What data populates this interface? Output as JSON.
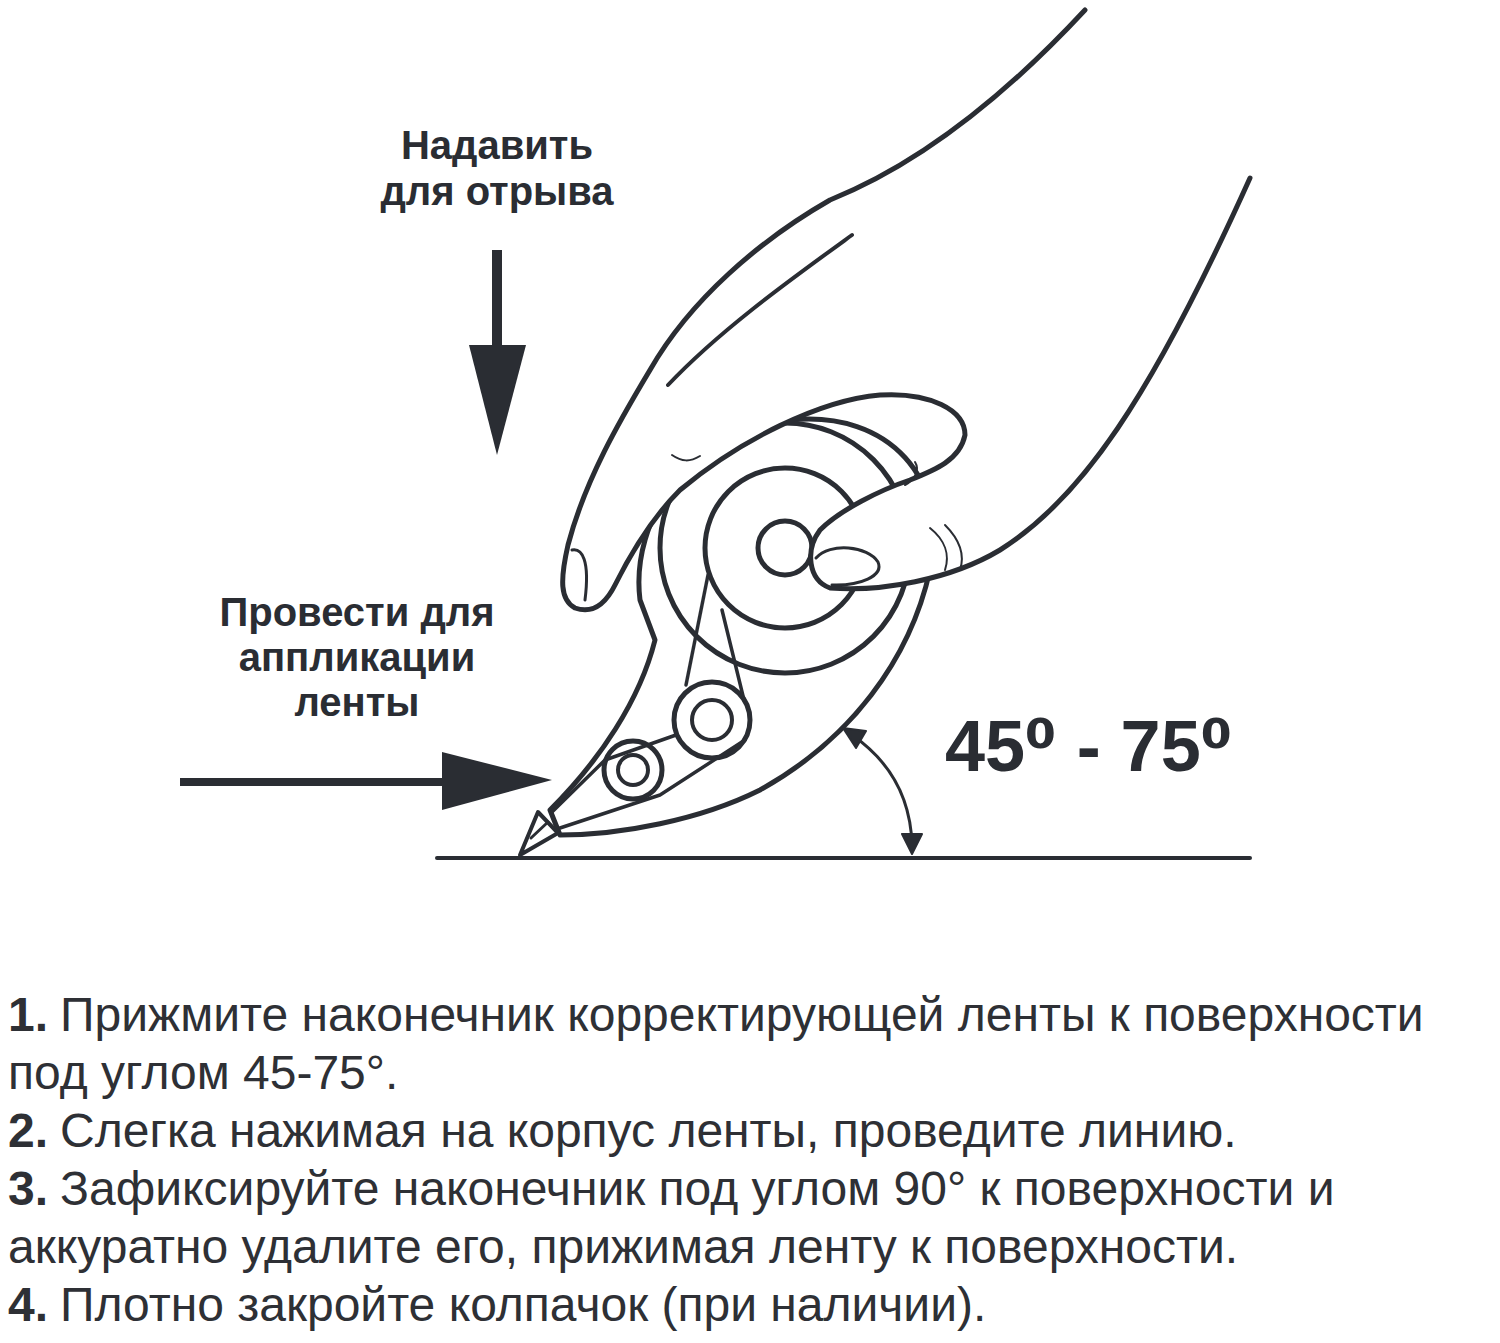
{
  "diagram": {
    "labels": [
      "Надавить для отрыва",
      "Провести для аппликации ленты",
      "45⁰ - 75⁰",
      "1.",
      "Прижмите наконечник корректирующей ленты к поверхности под углом 45-75°.",
      "2.",
      "Слегка нажимая на корпус ленты, проведите линию.",
      "3.",
      "Зафиксируйте наконечник под углом 90° к поверхности и аккуратно удалите его, прижимая ленту к поверхности.",
      "4.",
      "Плотно закройте колпачок (при наличии)."
    ]
  }
}
